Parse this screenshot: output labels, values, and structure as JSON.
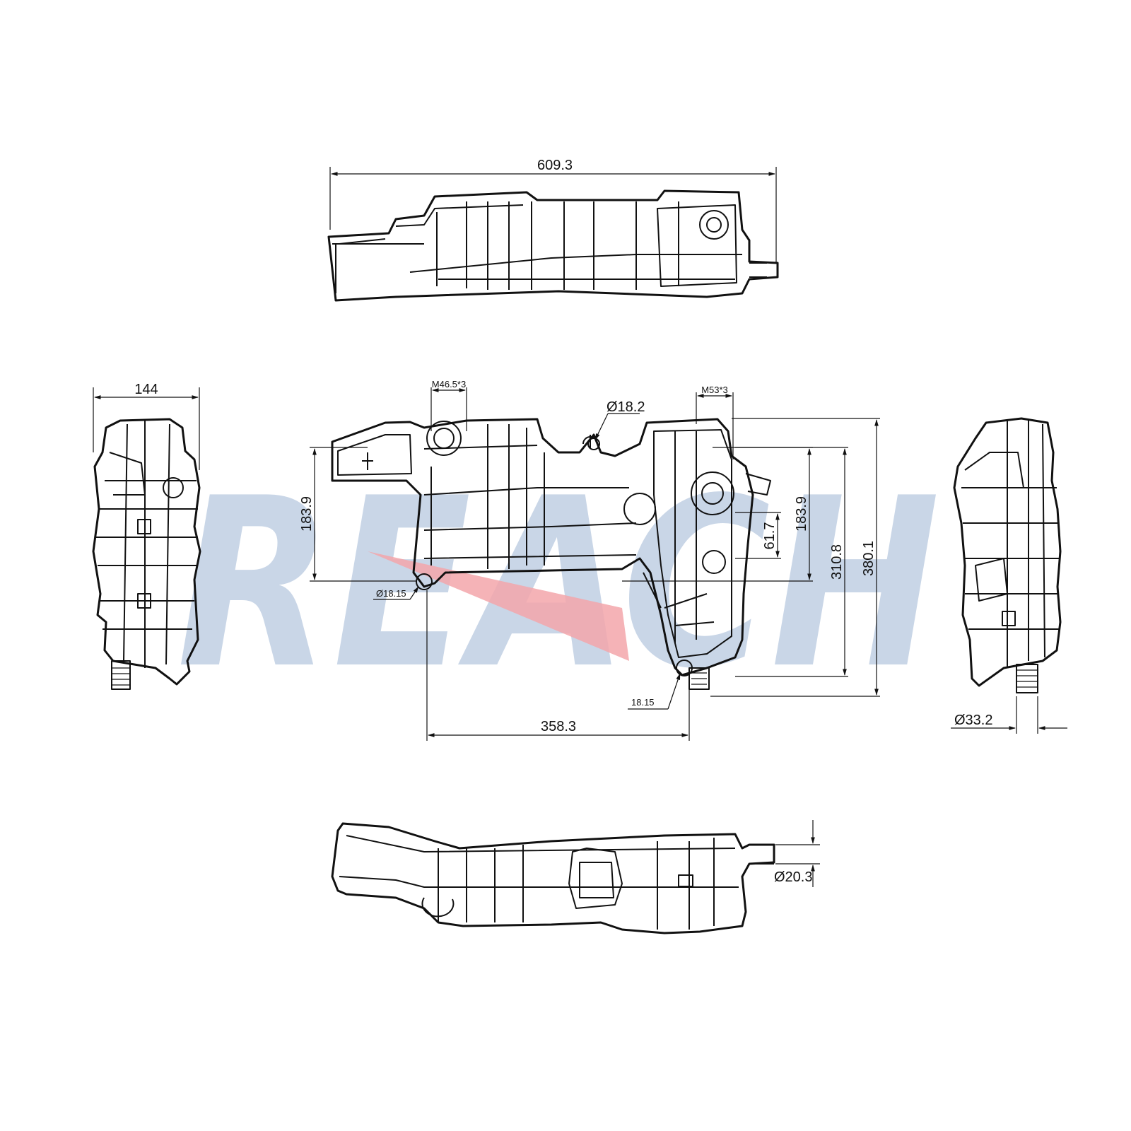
{
  "watermark": {
    "text": "REACH",
    "color": "#c9d6e7",
    "accent_color": "#f3a6aa"
  },
  "dimensions": {
    "top_length": "609.3",
    "side_width": "144",
    "thread_left": "M46.5*3",
    "thread_right": "M53*3",
    "hole_top": "Ø18.2",
    "height_left": "183.9",
    "height_right": "183.9",
    "height_small": "61.7",
    "height_mid": "310.8",
    "height_total": "380.1",
    "hole_left": "Ø18.15",
    "hole_bottom": "18.15",
    "mount_spacing": "358.3",
    "outlet_dia_right": "Ø33.2",
    "outlet_dia_bottom": "Ø20.3"
  }
}
